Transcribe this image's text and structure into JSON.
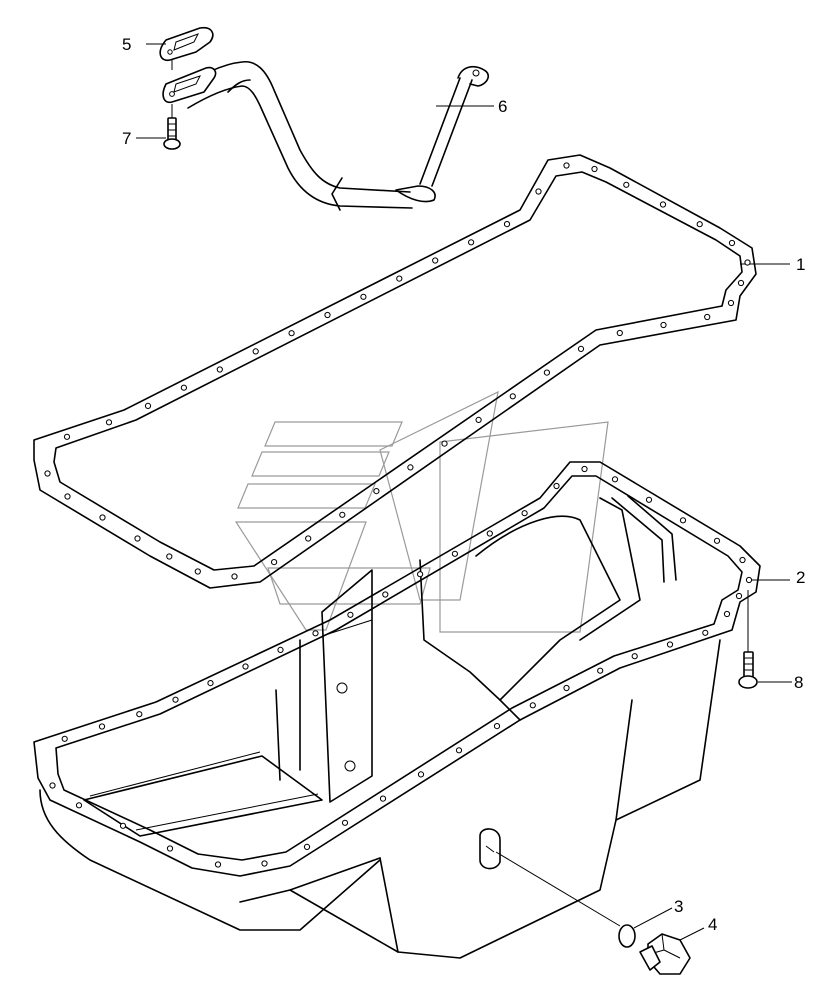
{
  "callouts": [
    {
      "id": "1",
      "label": "1"
    },
    {
      "id": "2",
      "label": "2"
    },
    {
      "id": "3",
      "label": "3"
    },
    {
      "id": "4",
      "label": "4"
    },
    {
      "id": "5",
      "label": "5"
    },
    {
      "id": "6",
      "label": "6"
    },
    {
      "id": "7",
      "label": "7"
    },
    {
      "id": "8",
      "label": "8"
    }
  ],
  "colors": {
    "line": "#000000",
    "background": "#ffffff",
    "watermark": "#9a9a9a"
  }
}
